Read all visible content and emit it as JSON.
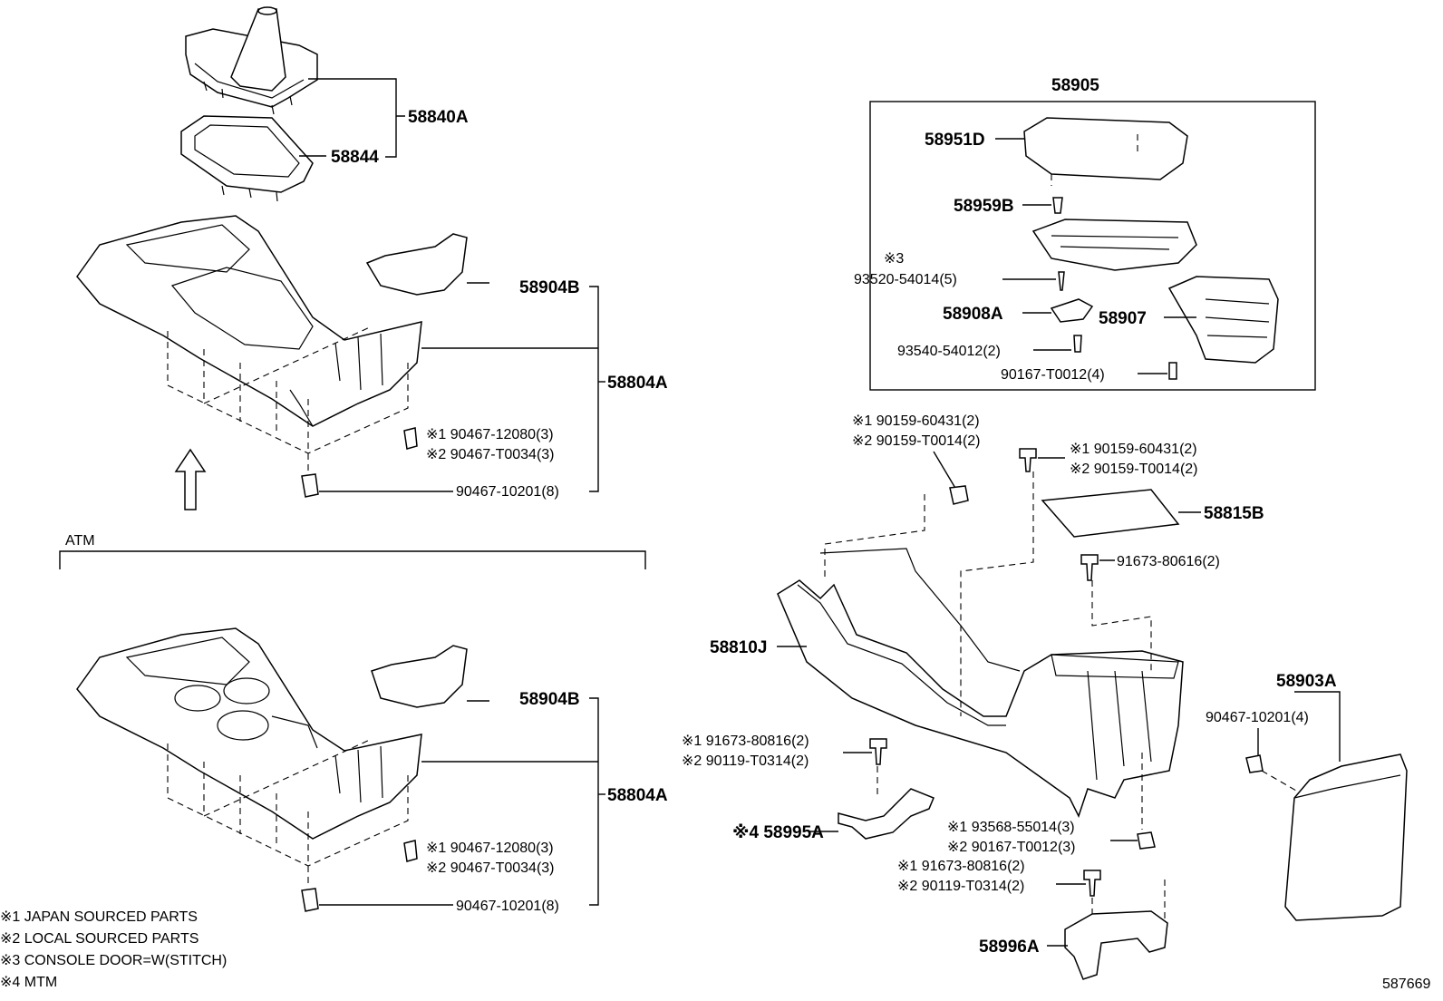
{
  "diagram": {
    "labels": {
      "p58840A": "58840A",
      "p58844": "58844",
      "p58904B_top": "58904B",
      "p58804A_top": "58804A",
      "s1_90467_12080_top": "※1 90467-12080(3)",
      "s2_90467_T0034_top": "※2 90467-T0034(3)",
      "p90467_10201_top": "90467-10201(8)",
      "atm": "ATM",
      "p58904B_bot": "58904B",
      "p58804A_bot": "58804A",
      "s1_90467_12080_bot": "※1 90467-12080(3)",
      "s2_90467_T0034_bot": "※2 90467-T0034(3)",
      "p90467_10201_bot": "90467-10201(8)",
      "p58905": "58905",
      "p58951D": "58951D",
      "p58959B": "58959B",
      "s3": "※3",
      "p93520_54014": "93520-54014(5)",
      "p58908A": "58908A",
      "p58907": "58907",
      "p93540_54012": "93540-54012(2)",
      "p90167_T0012_4": "90167-T0012(4)",
      "s1_90159_60431_a": "※1 90159-60431(2)",
      "s2_90159_T0014_a": "※2 90159-T0014(2)",
      "s1_90159_60431_b": "※1 90159-60431(2)",
      "s2_90159_T0014_b": "※2 90159-T0014(2)",
      "p58815B": "58815B",
      "p91673_80616": "91673-80616(2)",
      "p58810J": "58810J",
      "p58903A": "58903A",
      "p90467_10201_4": "90467-10201(4)",
      "s1_91673_80816_a": "※1 91673-80816(2)",
      "s2_90119_T0314_a": "※2 90119-T0314(2)",
      "s4_58995A": "※4 58995A",
      "s1_93568_55014": "※1 93568-55014(3)",
      "s2_90167_T0012_3": "※2 90167-T0012(3)",
      "s1_91673_80816_b": "※1 91673-80816(2)",
      "s2_90119_T0314_b": "※2 90119-T0314(2)",
      "p58996A": "58996A",
      "diagram_id": "587669"
    },
    "notes": [
      "※1 JAPAN SOURCED PARTS",
      "※2 LOCAL SOURCED PARTS",
      "※3 CONSOLE DOOR=W(STITCH)",
      "※4 MTM"
    ]
  }
}
